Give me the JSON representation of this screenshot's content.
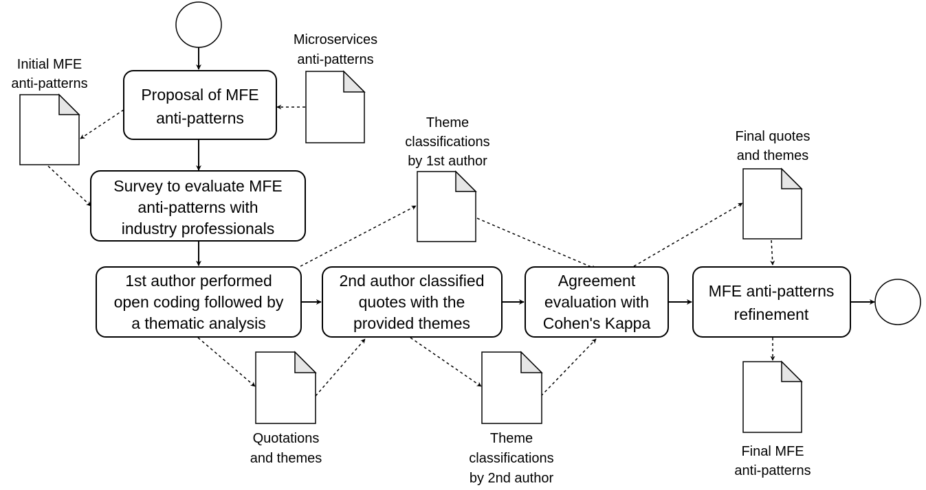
{
  "activities": {
    "proposal": [
      "Proposal of MFE",
      "anti-patterns"
    ],
    "survey": [
      "Survey to evaluate MFE",
      "anti-patterns with",
      "industry professionals"
    ],
    "open_coding": [
      "1st author performed",
      "open coding followed by",
      "a thematic analysis"
    ],
    "classified": [
      "2nd author classified",
      "quotes with the",
      "provided themes"
    ],
    "agreement": [
      "Agreement",
      "evaluation with",
      "Cohen's Kappa"
    ],
    "refinement": [
      "MFE anti-patterns",
      "refinement"
    ]
  },
  "artifacts": {
    "microservices": [
      "Microservices",
      "anti-patterns"
    ],
    "initial": [
      "Initial MFE",
      "anti-patterns"
    ],
    "theme_1st": [
      "Theme",
      "classifications",
      "by 1st author"
    ],
    "quotations": [
      "Quotations",
      "and themes"
    ],
    "theme_2nd": [
      "Theme",
      "classifications",
      "by 2nd author"
    ],
    "final_quotes": [
      "Final quotes",
      "and themes"
    ],
    "final_mfe": [
      "Final MFE",
      "anti-patterns"
    ]
  }
}
